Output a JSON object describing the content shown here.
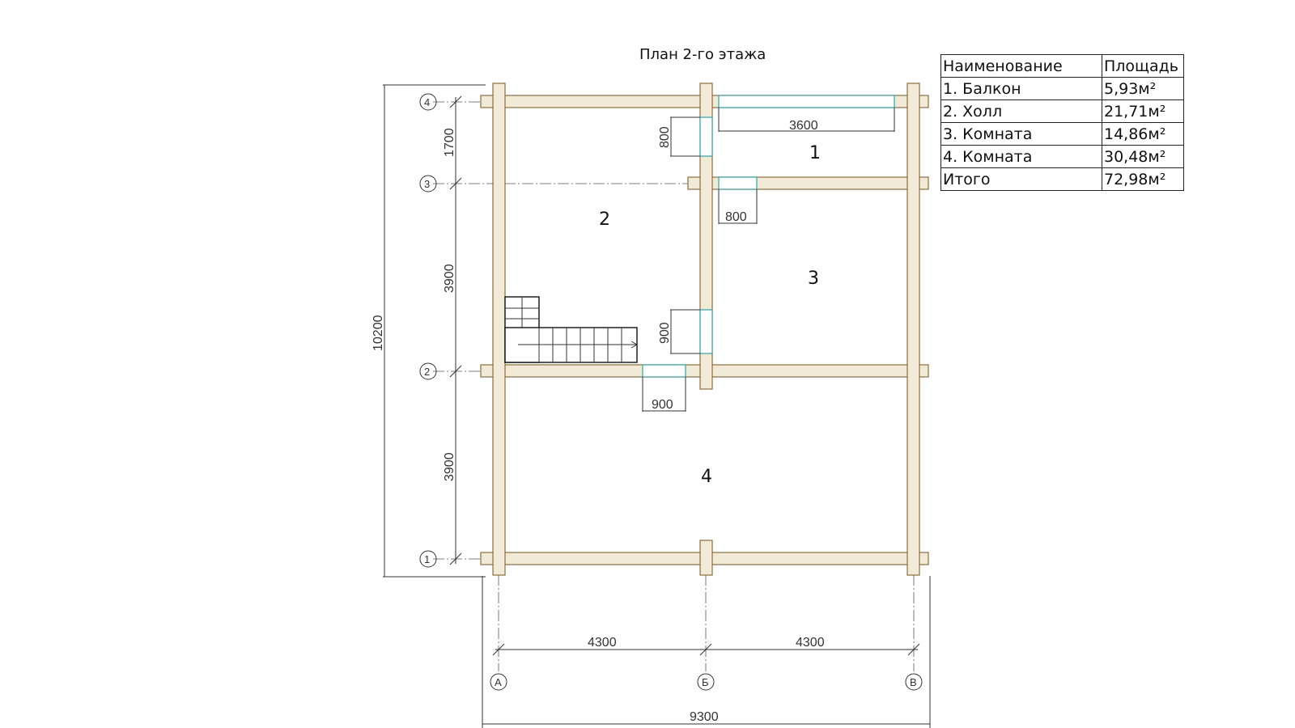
{
  "title": "План 2-го этажа",
  "table": {
    "headers": [
      "Наименование",
      "Площадь"
    ],
    "rows": [
      {
        "name": "1. Балкон",
        "area": "5,93м²"
      },
      {
        "name": "2. Холл",
        "area": "21,71м²"
      },
      {
        "name": "3. Комната",
        "area": "14,86м²"
      },
      {
        "name": "4. Комната",
        "area": "30,48м²"
      },
      {
        "name": "Итого",
        "area": "72,98м²"
      }
    ]
  },
  "rooms": [
    "1",
    "2",
    "3",
    "4"
  ],
  "axes": {
    "horizontal": [
      "4",
      "3",
      "2",
      "1"
    ],
    "vertical": [
      "А",
      "Б",
      "В"
    ]
  },
  "dimensions": {
    "left_segments": [
      "1700",
      "3900",
      "3900"
    ],
    "left_total": "10200",
    "bottom_segments": [
      "4300",
      "4300"
    ],
    "bottom_total": "9300",
    "balcony_width": "3600",
    "door_balcony": "800",
    "door_room3": "800",
    "door_room3_side": "900",
    "door_room4": "900"
  },
  "colors": {
    "wall_fill": "#f1ead7",
    "wall_stroke": "#8a6e3b",
    "opening": "#2aa6a6"
  }
}
